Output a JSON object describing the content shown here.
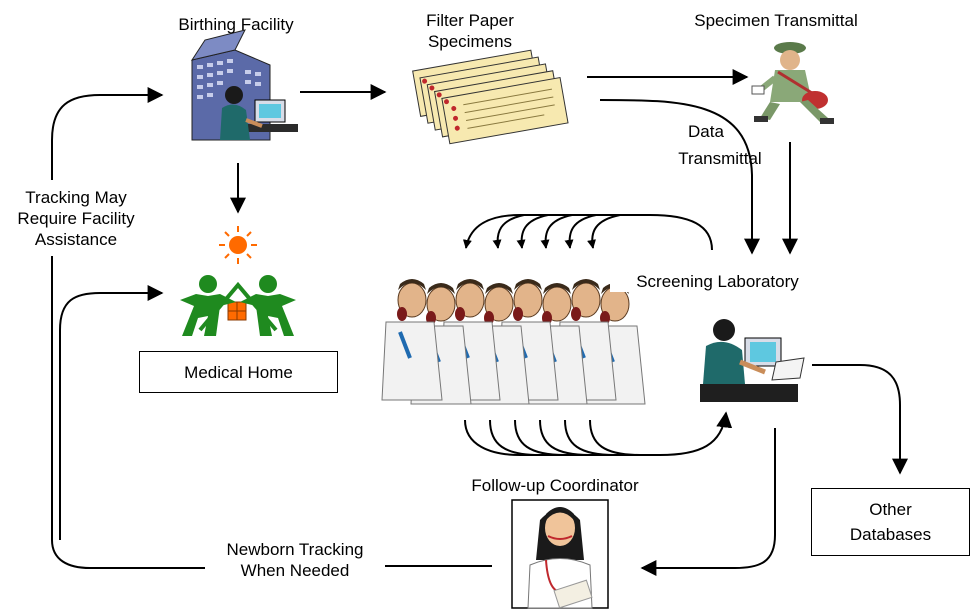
{
  "nodes": {
    "birthing_facility": "Birthing Facility",
    "filter_paper": [
      "Filter Paper",
      "Specimens"
    ],
    "specimen_transmittal": "Specimen Transmittal",
    "data_transmittal": [
      "Data",
      "Transmittal"
    ],
    "screening_laboratory": "Screening Laboratory",
    "medical_home": "Medical Home",
    "other_databases": [
      "Other",
      "Databases"
    ],
    "followup_coordinator": "Follow-up Coordinator"
  },
  "edge_labels": {
    "tracking_assistance": [
      "Tracking May",
      "Require Facility",
      "Assistance"
    ],
    "newborn_tracking": [
      "Newborn Tracking",
      "When Needed"
    ]
  },
  "icons": {
    "facility": "hospital-with-worker-icon",
    "specimens": "filter-paper-cards-icon",
    "courier": "mail-courier-icon",
    "medical_home": "family-house-sun-icon",
    "lab": "lab-technician-computer-icon",
    "scientists": "scientists-group-icon",
    "coordinator": "nurse-coordinator-icon"
  },
  "colors": {
    "line": "#000000",
    "green": "#1f8a1f",
    "sun": "#ff6a00",
    "building": "#5b6aa8",
    "card": "#f7e9b0",
    "stamp": "#c0282d",
    "teal": "#1f6a6a",
    "skin": "#c98d5a"
  }
}
